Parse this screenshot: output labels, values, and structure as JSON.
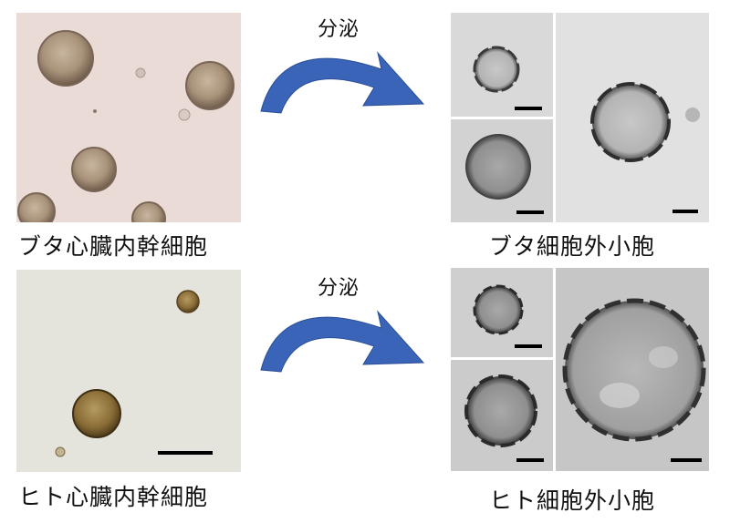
{
  "rows": [
    {
      "source_label": "ブタ心臓内幹細胞",
      "arrow_label": "分泌",
      "result_label": "ブタ細胞外小胞"
    },
    {
      "source_label": "ヒト心臓内幹細胞",
      "arrow_label": "分泌",
      "result_label": "ヒト細胞外小胞"
    }
  ],
  "colors": {
    "arrow": "#3a64b8",
    "pig_background": "#eadbd6",
    "human_background": "#e4e3dc",
    "em_background": "#d8d8d8"
  }
}
